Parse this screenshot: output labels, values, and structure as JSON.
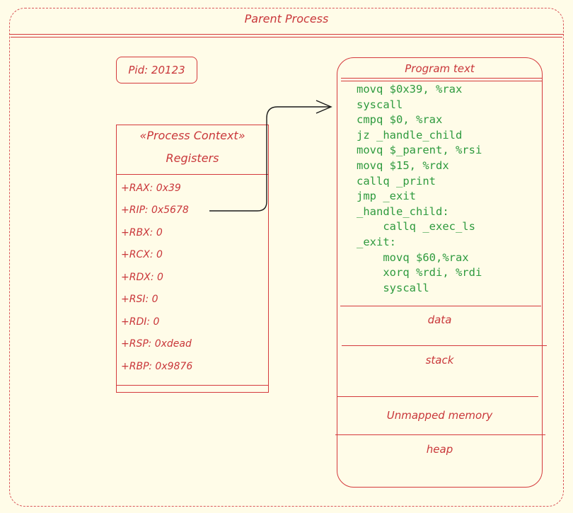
{
  "parent_process": {
    "title": "Parent Process"
  },
  "pid_label": "Pid: 20123",
  "process_context": {
    "stereotype": "«Process Context»",
    "name": "Registers",
    "registers": [
      "+RAX: 0x39",
      "+RIP: 0x5678",
      "+RBX: 0",
      "+RCX: 0",
      "+RDX: 0",
      "+RSI: 0",
      "+RDI: 0",
      "+RSP: 0xdead",
      "+RBP: 0x9876"
    ]
  },
  "memory": {
    "program_text_title": "Program text",
    "code_lines": [
      "movq $0x39, %rax",
      "syscall",
      "cmpq $0, %rax",
      "jz _handle_child",
      "movq $_parent, %rsi",
      "movq $15, %rdx",
      "callq _print",
      "jmp _exit",
      "_handle_child:",
      "    callq _exec_ls",
      "_exit:",
      "    movq $60,%rax",
      "    xorq %rdi, %rdi",
      "    syscall"
    ],
    "segments": [
      "data",
      "stack",
      "Unmapped memory",
      "heap"
    ]
  },
  "colors": {
    "stroke": "#d4393c",
    "code": "#2e9a3e",
    "background": "#fffce8"
  }
}
